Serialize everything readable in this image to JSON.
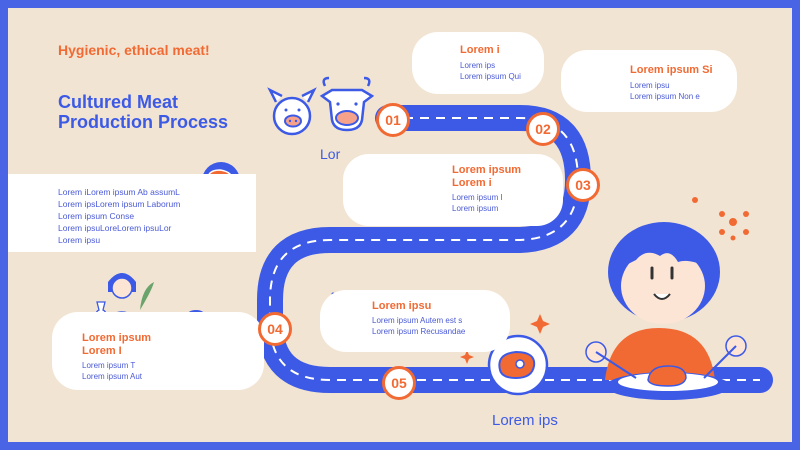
{
  "tagline": "Hygienic, ethical meat!",
  "title": "Cultured Meat\nProduction Process",
  "farm_label": "Lor",
  "bottom_label": "Lorem ips",
  "side_note": "Lorem iLorem ipsum Ab assumL\nLorem ipsLorem ipsum Laborum\nLorem ipsum Conse\nLorem ipsuLoreLorem ipsuLor\nLorem ipsu",
  "steps": [
    {
      "number": "01",
      "title": "Lorem i",
      "body": "Lorem ips\nLorem ipsum Qui",
      "icon": "molecule-icon"
    },
    {
      "number": "02",
      "title": "Lorem ipsum Si",
      "body": "Lorem ipsu\nLorem ipsum Non e",
      "icon": "petri-dish-icon"
    },
    {
      "number": "03",
      "title": "Lorem ipsum\nLorem i",
      "body": "Lorem ipsum I\nLorem ipsum",
      "icon": "lab-scientist-icon"
    },
    {
      "number": "04",
      "title": "Lorem ipsum\nLorem I",
      "body": "Lorem ipsum T\nLorem ipsum Aut",
      "icon": "meat-cuts-icon"
    },
    {
      "number": "05",
      "title": "Lorem ipsu",
      "body": "Lorem ipsum Autem est s\nLorem ipsum Recusandae",
      "icon": "meat-slice-icon"
    }
  ],
  "colors": {
    "background": "#f2e4d2",
    "road": "#3c5ae6",
    "accent": "#f26a33",
    "frame": "#4a64e6"
  }
}
